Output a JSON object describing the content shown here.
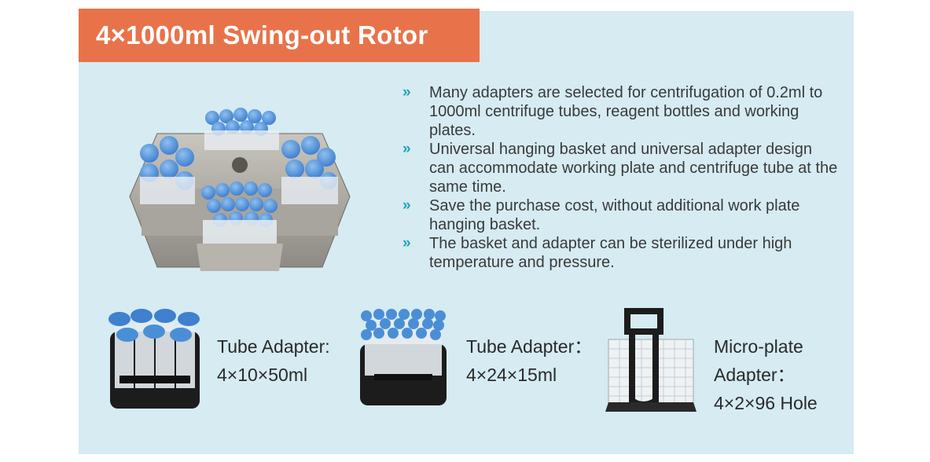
{
  "title": "4×1000ml Swing-out Rotor",
  "bullets": [
    "Many adapters are selected for centrifugation of 0.2ml to 1000ml centrifuge tubes, reagent bottles and working plates.",
    "Universal hanging basket and universal adapter design can accommodate working plate and centrifuge tube at the same time.",
    "Save the purchase cost, without additional work plate hanging basket.",
    "The basket and adapter can be sterilized under high temperature and pressure."
  ],
  "bullet_icon": "double-chevron-icon",
  "adapters": [
    {
      "name": "Tube Adapter:",
      "spec": "4×10×50ml"
    },
    {
      "name": "Tube Adapter：",
      "spec": "4×24×15ml"
    },
    {
      "name_line1": "Micro-plate",
      "name_line2": "Adapter：",
      "spec": "4×2×96 Hole"
    }
  ],
  "colors": {
    "banner": "#e8734a",
    "panel": "#d6ebf2",
    "chevron": "#1fa3b8",
    "tube_cap": "#4a8fd6"
  }
}
